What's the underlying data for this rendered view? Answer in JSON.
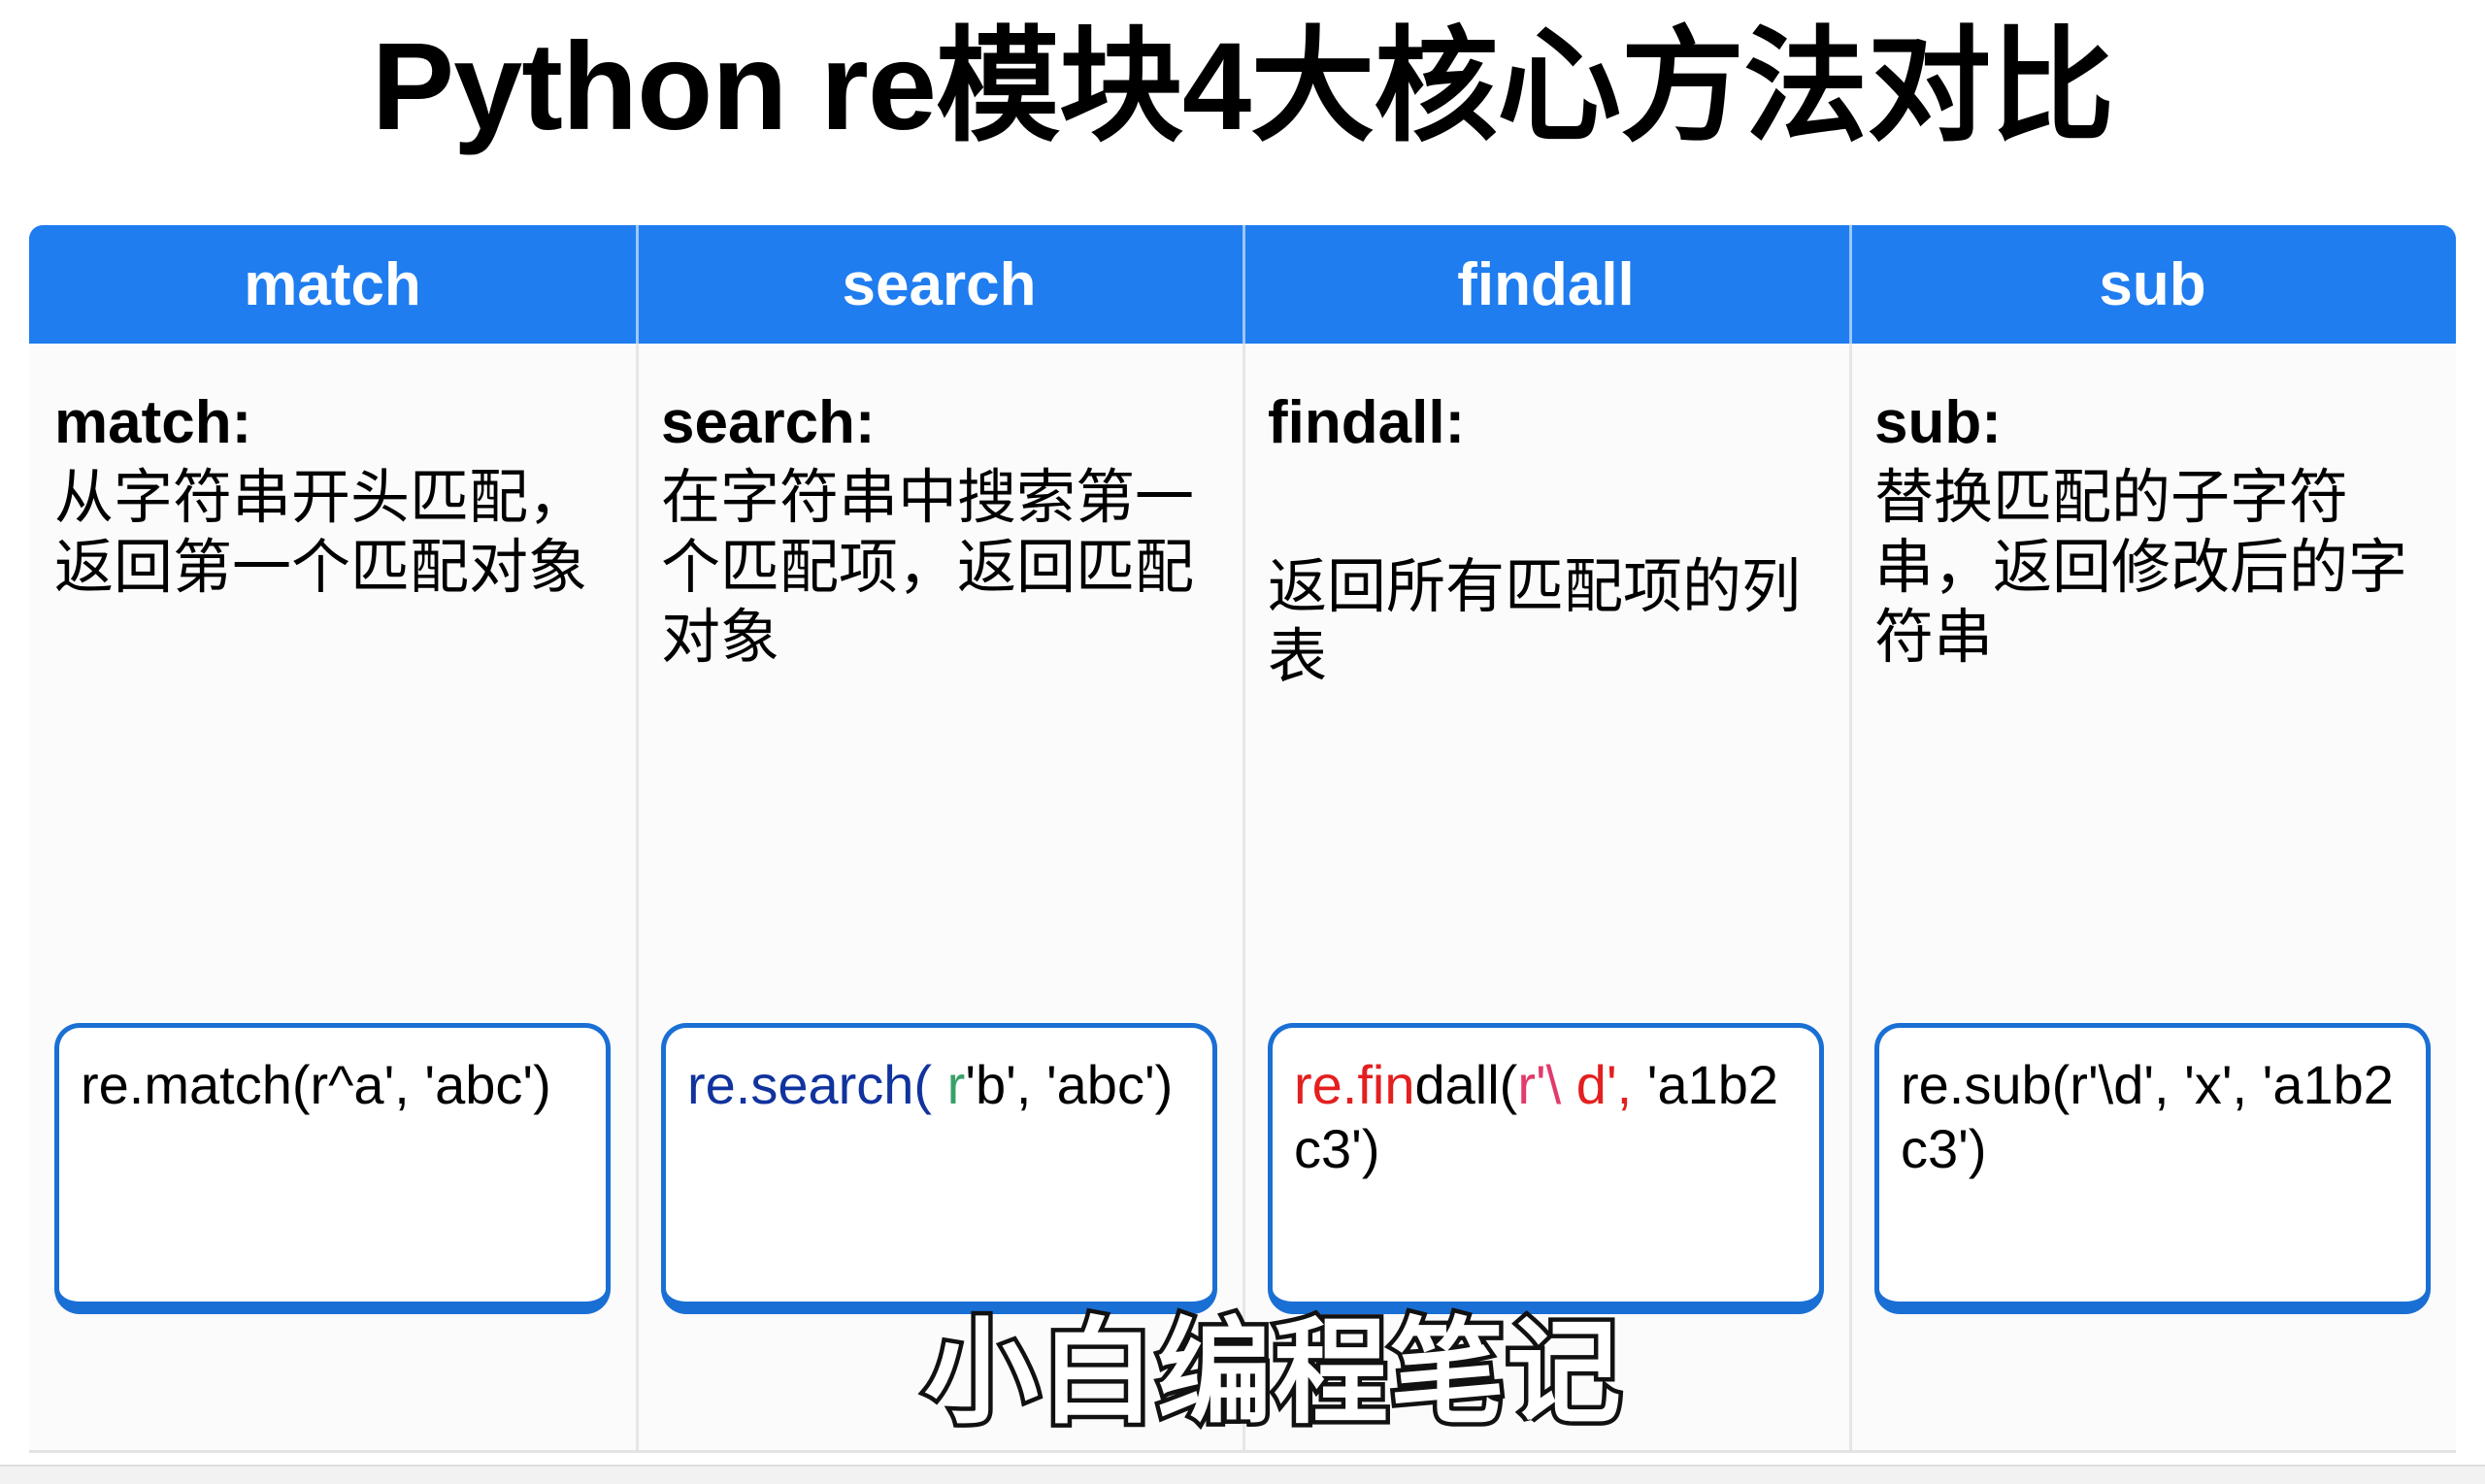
{
  "page": {
    "title": "Python re模块4大核心方法对比",
    "background_color": "#ffffff",
    "accent_color": "#1f7df0",
    "code_border_color": "#1a6fd4",
    "watermark": "小白编程笔记"
  },
  "table": {
    "headers": [
      "match",
      "search",
      "findall",
      "sub"
    ],
    "columns": [
      {
        "header": "match",
        "label": "match:",
        "description": "从字符串开头匹配，返回第一个匹配对象",
        "vertical_align": "top",
        "code": {
          "plain": "re.match(r^a', 'abc')",
          "segments": [
            {
              "text": "re.match(r^a',",
              "color": "#000000"
            },
            {
              "text": "'abc')",
              "color": "#000000"
            }
          ]
        }
      },
      {
        "header": "search",
        "label": "search:",
        "description": "在字符串中搜索第一个匹配项，返回匹配对象",
        "vertical_align": "top",
        "code": {
          "plain": "re.search(r'b', 'abc')",
          "segments": [
            {
              "text": "re.search(",
              "color": "#11339e"
            },
            {
              "text": "r",
              "color": "#3aa06a"
            },
            {
              "text": "'b',",
              "color": "#000000"
            },
            {
              "text": "'abc')",
              "color": "#000000"
            }
          ]
        }
      },
      {
        "header": "findall",
        "label": "findall:",
        "description": "返回所有匹配项的列表",
        "vertical_align": "middle",
        "code": {
          "plain": "re.findall(r'\\d', 'a1b2c3')",
          "segments": [
            {
              "text": "re.fin",
              "color": "#e31f1f"
            },
            {
              "text": "dall(",
              "color": "#000000"
            },
            {
              "text": "r'\\",
              "color": "#e31f1f"
            },
            {
              "text": "d',",
              "color": "#e31f1f"
            },
            {
              "text": "'a1b2c3')",
              "color": "#000000"
            }
          ]
        }
      },
      {
        "header": "sub",
        "label": "sub:",
        "description": "替换匹配的子字符串，返回修改后的字符串",
        "vertical_align": "top",
        "code": {
          "plain": "re.sub(r'\\d', 'x', 'a1b2c3')",
          "segments": [
            {
              "text": "re.sub(r'\\d',",
              "color": "#000000"
            },
            {
              "text": "'x',",
              "color": "#000000"
            },
            {
              "text": "'a1b2c3')",
              "color": "#000000"
            }
          ]
        }
      }
    ]
  }
}
